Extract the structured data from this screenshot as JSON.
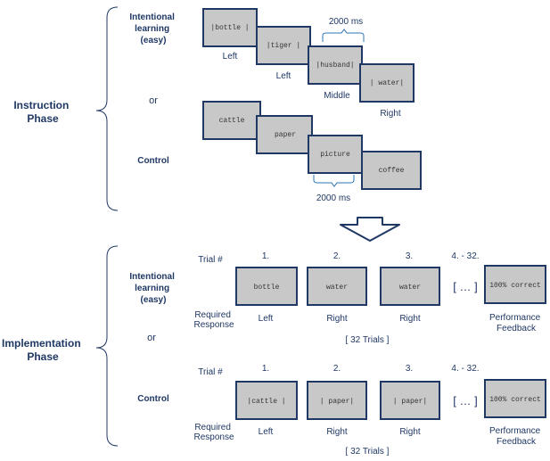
{
  "instruction": {
    "phase": [
      "Instruction",
      "Phase"
    ],
    "or": "or",
    "intentional_label": [
      "Intentional",
      "learning",
      "(easy)"
    ],
    "control_label": "Control",
    "intentional_screens": [
      "|bottle |",
      "|tiger |",
      "|husband|",
      "| water|"
    ],
    "positions": [
      "Left",
      "Left",
      "Middle",
      "Right"
    ],
    "duration_top": "2000 ms",
    "control_screens": [
      "cattle",
      "paper",
      "picture",
      "coffee"
    ],
    "duration_bottom": "2000 ms"
  },
  "implementation": {
    "phase": [
      "Implementation",
      "Phase"
    ],
    "or": "or",
    "intentional": {
      "label": [
        "Intentional",
        "learning",
        "(easy)"
      ],
      "trial_label": "Trial #",
      "trial_numbers": [
        "1.",
        "2.",
        "3.",
        "4. - 32."
      ],
      "screens": [
        "bottle",
        "water",
        "water"
      ],
      "ellipsis": "[ … ]",
      "feedback_screen": "100% correct",
      "required_response": [
        "Required",
        "Response"
      ],
      "responses": [
        "Left",
        "Right",
        "Right"
      ],
      "feedback_label": [
        "Performance",
        "Feedback"
      ],
      "trials_count": "[ 32 Trials ]"
    },
    "control": {
      "label": "Control",
      "trial_label": "Trial #",
      "trial_numbers": [
        "1.",
        "2.",
        "3.",
        "4. - 32."
      ],
      "screens": [
        "|cattle |",
        "| paper|",
        "| paper|"
      ],
      "ellipsis": "[ … ]",
      "feedback_screen": "100% correct",
      "required_response": [
        "Required",
        "Response"
      ],
      "responses": [
        "Left",
        "Right",
        "Right"
      ],
      "feedback_label": [
        "Performance",
        "Feedback"
      ],
      "trials_count": "[ 32 Trials ]"
    }
  },
  "colors": {
    "text": "#1f3864",
    "screen_fill": "#c8c8c8",
    "bracket": "#2e75b6"
  }
}
